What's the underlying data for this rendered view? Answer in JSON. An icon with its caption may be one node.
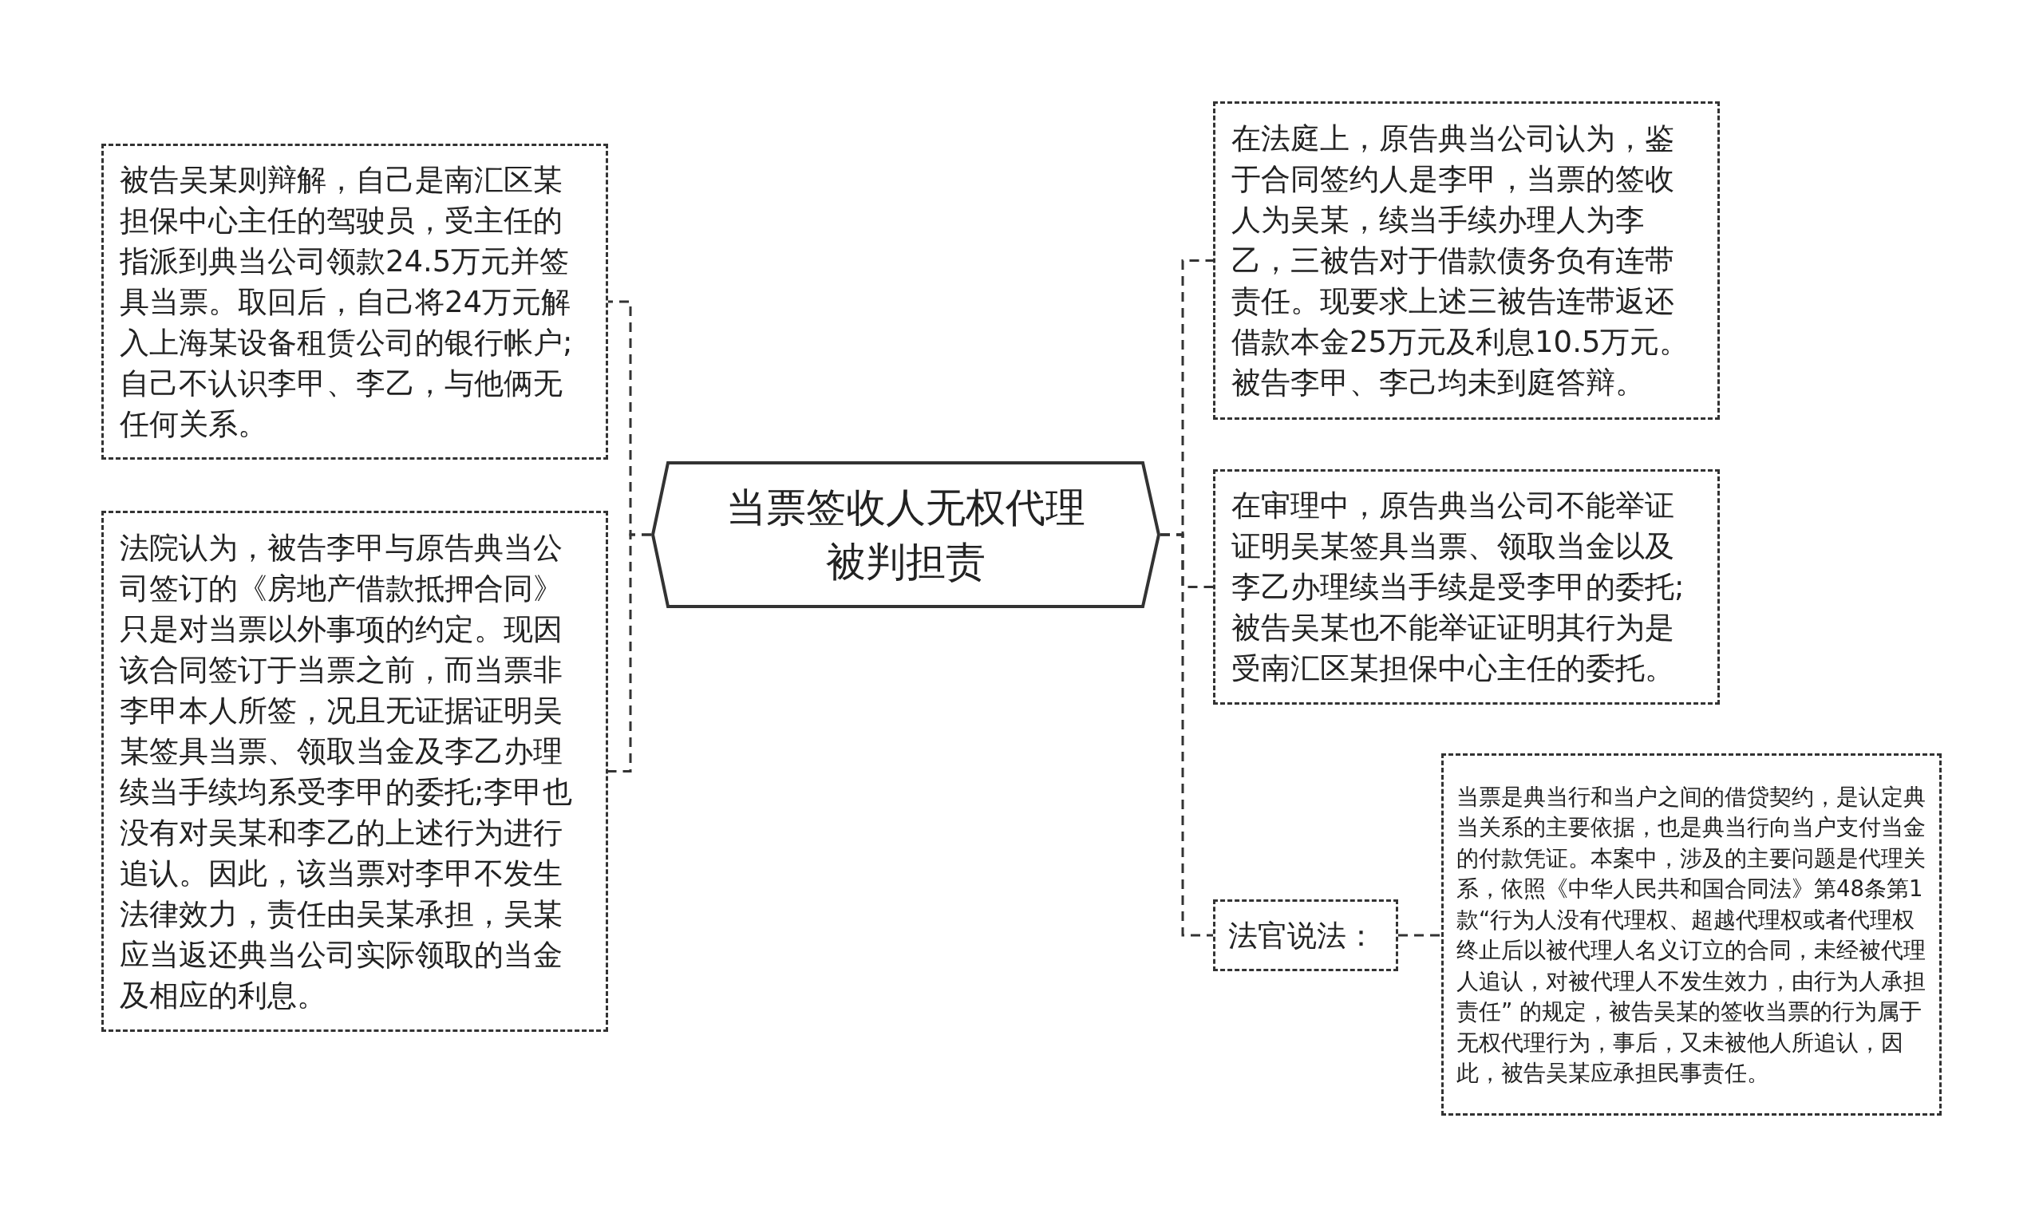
{
  "diagram": {
    "nodes": [
      {
        "text": [
          "当票签收人无权代理被判担责"
        ]
      },
      {
        "text": [
          "被告吴某则辩解，自己是南汇区某担保中心主任的驾驶员，受主任的指派到典当公司领款24.5万元并签具当票。取回后，自己将24万元解入上海某设备租赁公司的银行帐户;自己不认识李甲、李乙，与他俩无任何关系。"
        ]
      },
      {
        "text": [
          "法院认为，被告李甲与原告典当公司签订的《房地产借款抵押合同》只是对当票以外事项的约定。现因该合同签订于当票之前，而当票非李甲本人所签，况且无证据证明吴某签具当票、领取当金及李乙办理续当手续均系受李甲的委托;李甲也没有对吴某和李乙的上述行为进行追认。因此，该当票对李甲不发生法律效力，责任由吴某承担，吴某应当返还典当公司实际领取的当金及相应的利息。"
        ]
      },
      {
        "text": [
          "在法庭上，原告典当公司认为，鉴于合同签约人是李甲，当票的签收人为吴某，续当手续办理人为李乙，三被告对于借款债务负有连带责任。现要求上述三被告连带返还借款本金25万元及利息10.5万元。被告李甲、李己均未到庭答辩。"
        ]
      },
      {
        "text": [
          "在审理中，原告典当公司不能举证证明吴某签具当票、领取当金以及李乙办理续当手续是受李甲的委托;被告吴某也不能举证证明其行为是受南汇区某担保中心主任的委托。"
        ]
      },
      {
        "text": [
          "法官说法："
        ]
      },
      {
        "text": [
          "当票是典当行和当户之间的借贷契约，是认定典当关系的主要依据，也是典当行向当户支付当金的付款凭证。本案中，涉及的主要问题是代理关系，依照《中华人民共和国合同法》第48条第1款“行为人没有代理权、超越代理权或者代理权终止后以被代理人名义订立的合同，未经被代理人追认，对被代理人不发生效力，由行为人承担责任” 的规定，被告吴某的签收当票的行为属于无权代理行为，事后，又未被他人所追认，因此，被告吴某应承担民事责任。"
        ]
      }
    ],
    "edges": [
      {
        "from": 0,
        "to": 1,
        "arrow": "none"
      },
      {
        "from": 0,
        "to": 2,
        "arrow": "none"
      },
      {
        "from": 0,
        "to": 3,
        "arrow": "none"
      },
      {
        "from": 0,
        "to": 4,
        "arrow": "none"
      },
      {
        "from": 0,
        "to": 5,
        "arrow": "none"
      },
      {
        "from": 5,
        "to": 6,
        "arrow": "none"
      }
    ]
  }
}
